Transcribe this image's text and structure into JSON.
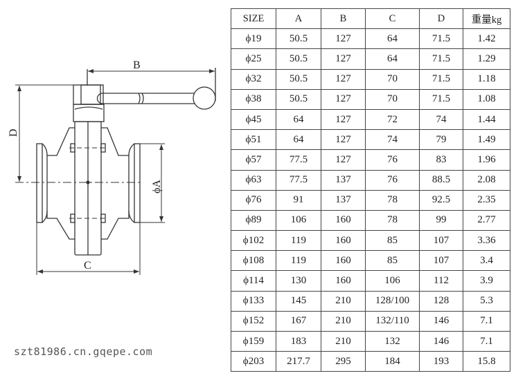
{
  "drawing": {
    "labels": {
      "B": "B",
      "D": "D",
      "C": "C",
      "A": "ϕA"
    }
  },
  "table": {
    "headers": [
      "SIZE",
      "A",
      "B",
      "C",
      "D",
      "重量kg"
    ],
    "rows": [
      [
        "ϕ19",
        "50.5",
        "127",
        "64",
        "71.5",
        "1.42"
      ],
      [
        "ϕ25",
        "50.5",
        "127",
        "64",
        "71.5",
        "1.29"
      ],
      [
        "ϕ32",
        "50.5",
        "127",
        "70",
        "71.5",
        "1.18"
      ],
      [
        "ϕ38",
        "50.5",
        "127",
        "70",
        "71.5",
        "1.08"
      ],
      [
        "ϕ45",
        "64",
        "127",
        "72",
        "74",
        "1.44"
      ],
      [
        "ϕ51",
        "64",
        "127",
        "74",
        "79",
        "1.49"
      ],
      [
        "ϕ57",
        "77.5",
        "127",
        "76",
        "83",
        "1.96"
      ],
      [
        "ϕ63",
        "77.5",
        "137",
        "76",
        "88.5",
        "2.08"
      ],
      [
        "ϕ76",
        "91",
        "137",
        "78",
        "92.5",
        "2.35"
      ],
      [
        "ϕ89",
        "106",
        "160",
        "78",
        "99",
        "2.77"
      ],
      [
        "ϕ102",
        "119",
        "160",
        "85",
        "107",
        "3.36"
      ],
      [
        "ϕ108",
        "119",
        "160",
        "85",
        "107",
        "3.4"
      ],
      [
        "ϕ114",
        "130",
        "160",
        "106",
        "112",
        "3.9"
      ],
      [
        "ϕ133",
        "145",
        "210",
        "128/100",
        "128",
        "5.3"
      ],
      [
        "ϕ152",
        "167",
        "210",
        "132/110",
        "146",
        "7.1"
      ],
      [
        "ϕ159",
        "183",
        "210",
        "132",
        "146",
        "7.1"
      ],
      [
        "ϕ203",
        "217.7",
        "295",
        "184",
        "193",
        "15.8"
      ]
    ]
  },
  "watermark": "szt81986.cn.gqepe.com"
}
